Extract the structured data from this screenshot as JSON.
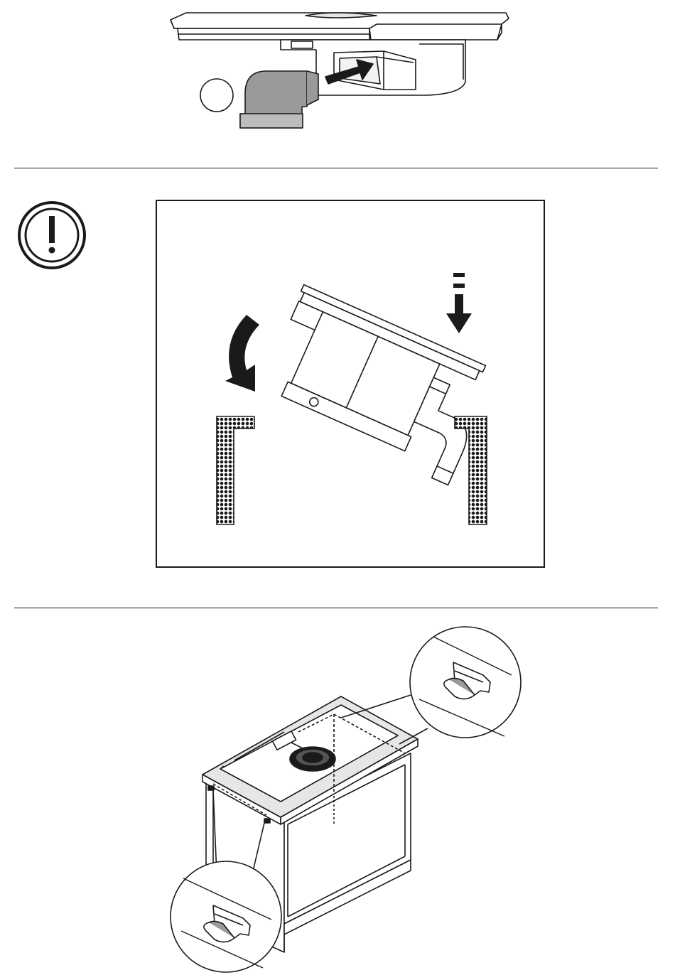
{
  "page": {
    "step_number": "",
    "figures": [
      {
        "id": "duct-connection",
        "icon": "duct-insertion-illustration"
      },
      {
        "id": "lowering-hob",
        "icon": "tilt-lowering-illustration"
      },
      {
        "id": "cabinet-clips",
        "icon": "cabinet-fastening-illustration"
      }
    ],
    "warning": {
      "icon": "exclamation-circle-icon"
    }
  },
  "colors": {
    "line": "#1a1a1a",
    "duct_fill": "#9a9a9a",
    "white": "#ffffff"
  }
}
